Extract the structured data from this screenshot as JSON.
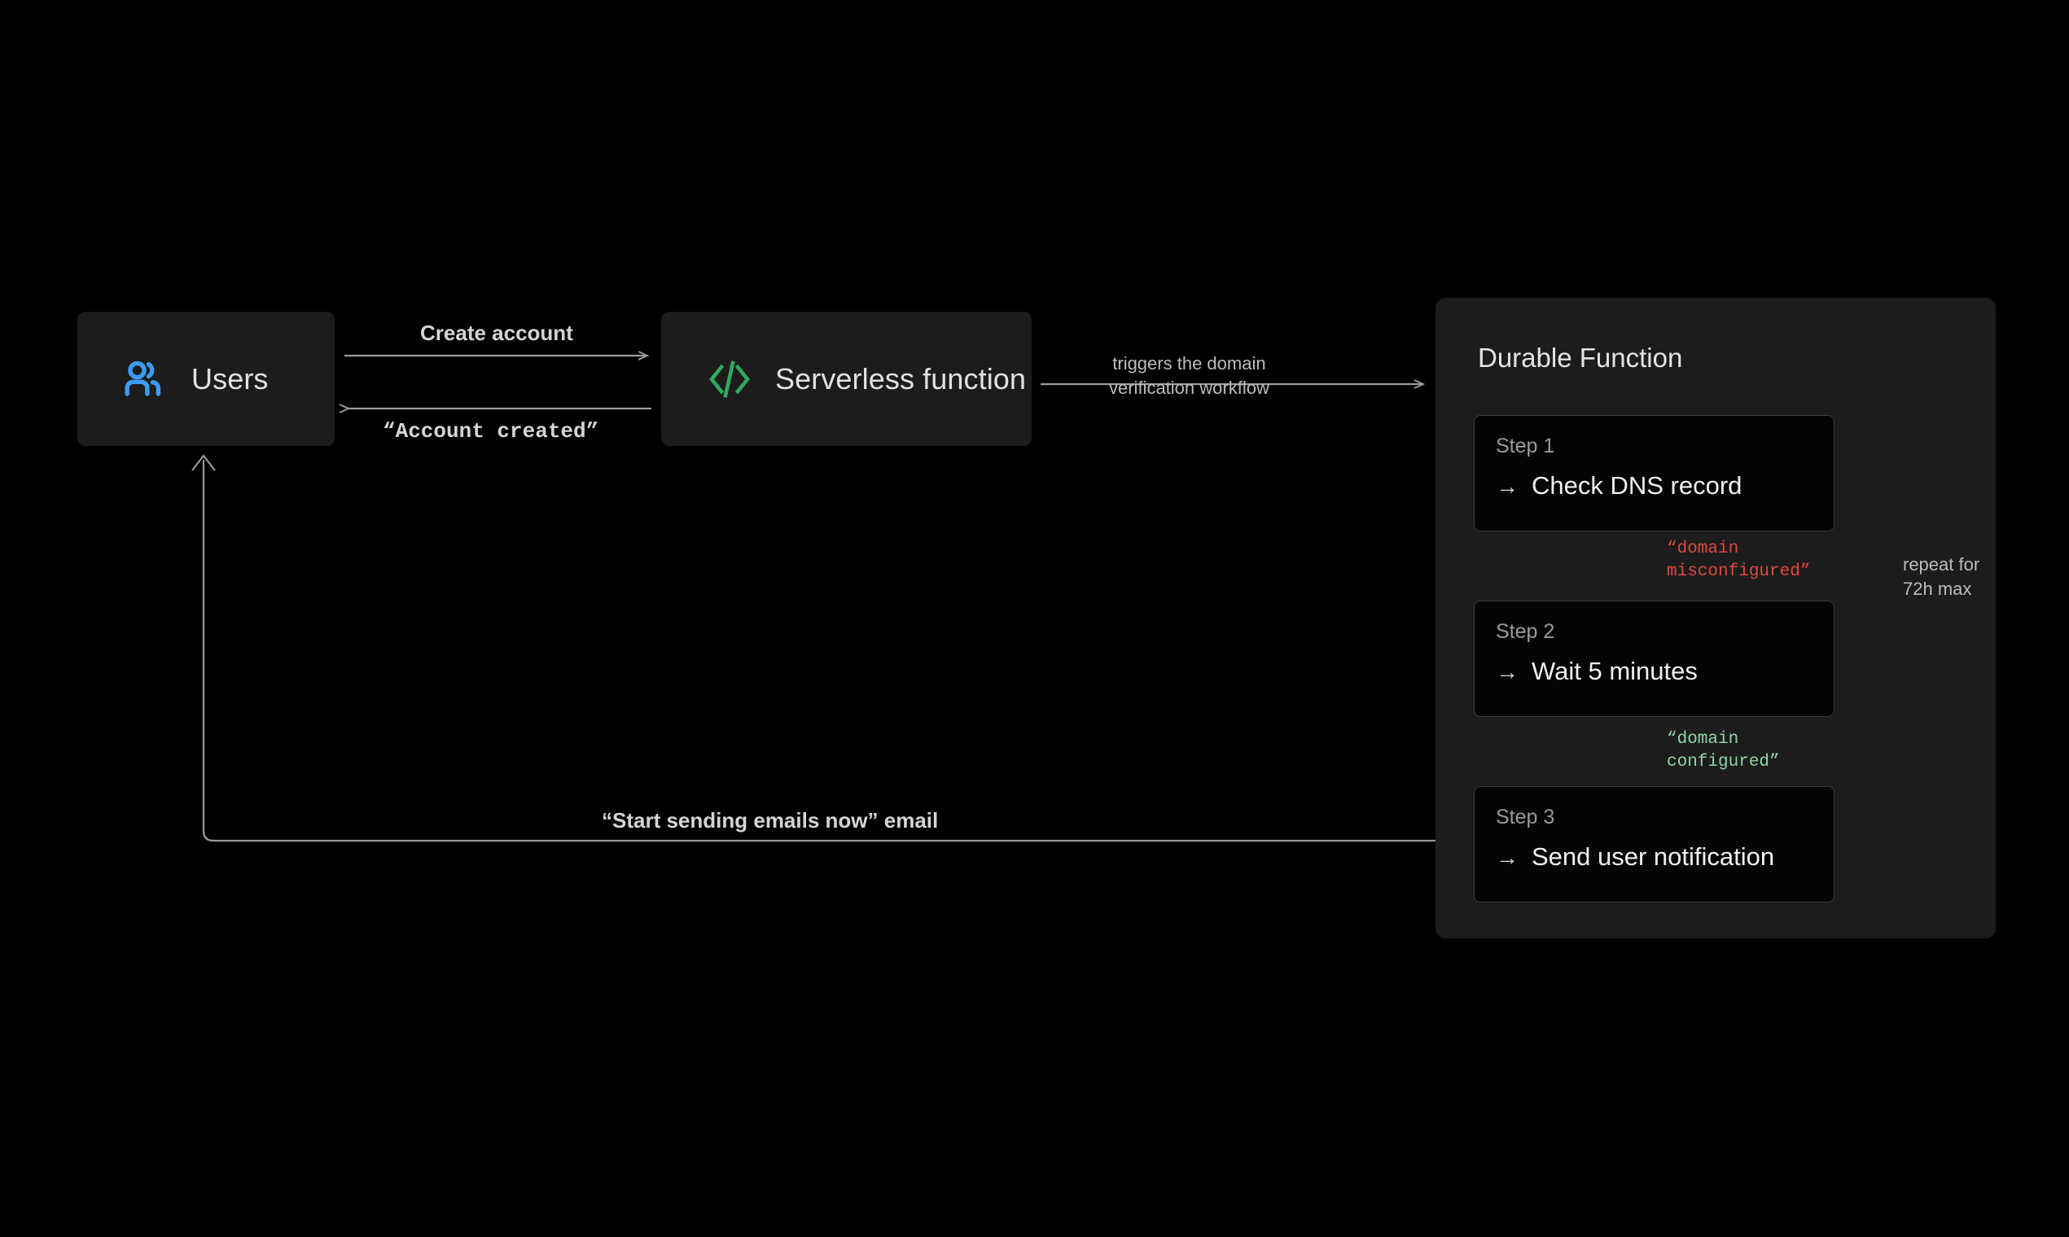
{
  "diagram": {
    "background_color": "#000000",
    "nodes": [
      {
        "id": "users",
        "label": "Users",
        "icon": "users-icon",
        "icon_color": "#3b9bf5",
        "fill": "#1c1c1c"
      },
      {
        "id": "serverless-function",
        "label": "Serverless function",
        "icon": "code-brackets-icon",
        "icon_color": "#2faa63",
        "fill": "#1c1c1c"
      }
    ],
    "panel": {
      "title": "Durable Function",
      "fill": "#1c1c1c",
      "steps": [
        {
          "kicker": "Step 1",
          "arrow": "→",
          "text": "Check DNS record"
        },
        {
          "kicker": "Step 2",
          "arrow": "→",
          "text": "Wait 5 minutes"
        },
        {
          "kicker": "Step 3",
          "arrow": "→",
          "text": "Send user notification"
        }
      ]
    },
    "edges": [
      {
        "id": "create-account",
        "label": "Create account",
        "from": "users",
        "to": "serverless-function",
        "style": "bold"
      },
      {
        "id": "account-created",
        "label": "“Account created”",
        "from": "serverless-function",
        "to": "users",
        "style": "mono"
      },
      {
        "id": "triggers-workflow",
        "label": "triggers the domain\nverification workflow",
        "from": "serverless-function",
        "to": "durable-function",
        "style": "small"
      },
      {
        "id": "misconfigured",
        "label": "“domain\nmisconfigured”",
        "from": "step-1",
        "to": "step-2",
        "style": "code",
        "color": "#e0483f"
      },
      {
        "id": "configured",
        "label": "“domain\nconfigured”",
        "from": "step-2",
        "to": "step-3",
        "style": "code",
        "color": "#8fd6a8"
      },
      {
        "id": "repeat-loop",
        "label": "repeat for\n72h max",
        "from": "step-2",
        "to": "step-1",
        "style": "small"
      },
      {
        "id": "start-sending-email",
        "label": "“Start sending emails now” email",
        "from": "step-3",
        "to": "users",
        "style": "bold"
      }
    ],
    "wire_color": "#9a9a9a"
  }
}
